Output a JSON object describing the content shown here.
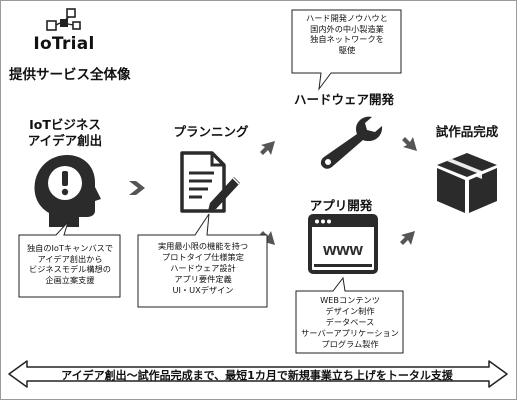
{
  "brand": {
    "logo_text": "IoTrial",
    "subtitle": "提供サービス全体像"
  },
  "stages": {
    "idea": {
      "title_lines": [
        "IoTビジネス",
        "アイデア創出"
      ]
    },
    "planning": {
      "title": "プランニング"
    },
    "hardware": {
      "title": "ハードウェア開発"
    },
    "app": {
      "title": "アプリ開発"
    },
    "prototype": {
      "title": "試作品完成"
    }
  },
  "callouts": {
    "hardware": [
      "ハード開発ノウハウと",
      "国内外の中小製造業",
      "独自ネットワークを",
      "駆使"
    ],
    "idea": [
      "独自のIoTキャンバスで",
      "アイデア創出から",
      "ビジネスモデル構想の",
      "企画立案支援"
    ],
    "planning": [
      "実用最小限の機能を持つ",
      "プロトタイプ仕様策定",
      "ハードウェア設計",
      "アプリ要件定義",
      "UI・UXデザイン"
    ],
    "app": [
      "WEBコンテンツ",
      "デザイン制作",
      "データベース",
      "サーバーアプリケーション",
      "プログラム製作"
    ]
  },
  "icons": {
    "logo": "iot-logo-icon",
    "idea": "head-exclamation-icon",
    "planning": "document-pen-icon",
    "hardware": "wrench-icon",
    "app": "browser-www-icon",
    "prototype": "box-icon"
  },
  "www_text": "www",
  "bottom_banner": "アイデア創出～試作品完成まで、最短1カ月で新規事業立ち上げをトータル支援",
  "colors": {
    "icon": "#2b2b2b",
    "arrow": "#555555",
    "text": "#111111"
  }
}
